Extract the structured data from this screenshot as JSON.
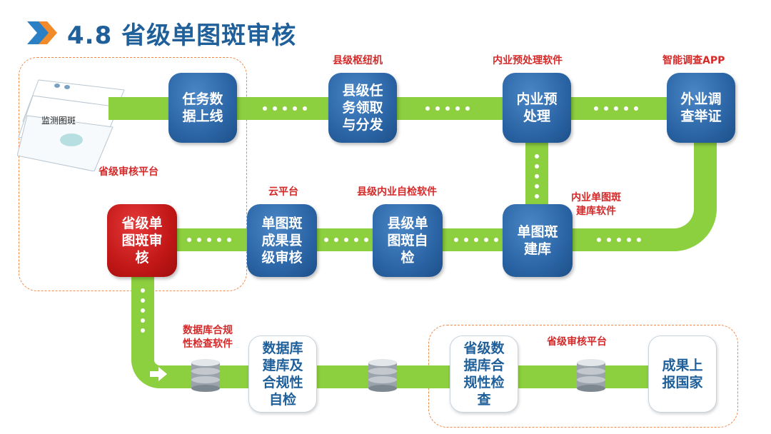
{
  "title": "4.8 省级单图斑审核",
  "layer_label": "监测图斑",
  "nodes": {
    "n1": "任务数\n据上线",
    "n2": "县级任\n务领取\n与分发",
    "n3": "内业预\n处理",
    "n4": "外业调\n查举证",
    "n5": "单图斑\n建库",
    "n6": "县级单\n图斑自\n检",
    "n7": "单图斑\n成果县\n级审核",
    "n8": "省级单\n图斑审\n核",
    "n9": "数据库\n建库及\n合规性\n自检",
    "n10": "省级数\n据库合\n规性检\n查",
    "n11": "成果上\n报国家"
  },
  "labels": {
    "county_hub": "县级枢纽机",
    "preprocess_software": "内业预处理软件",
    "survey_app": "智能调查APP",
    "provincial_platform_top": "省级审核平台",
    "cloud_platform": "云平台",
    "county_selfcheck_software": "县级内业自检软件",
    "single_patch_software": "内业单图斑\n建库软件",
    "db_check_software": "数据库合规\n性检查软件",
    "provincial_platform_bottom": "省级审核平台"
  },
  "icons": [
    "chevron-right-icon",
    "database-icon",
    "arrow-right-icon",
    "map-layers-icon"
  ],
  "colors": {
    "lane": "#8ccf3f",
    "node_blue": "#2b65a6",
    "node_red": "#c21717",
    "label_red": "#d42a2a",
    "dash_orange": "#f08a4b",
    "title_blue": "#1f5f9a"
  }
}
